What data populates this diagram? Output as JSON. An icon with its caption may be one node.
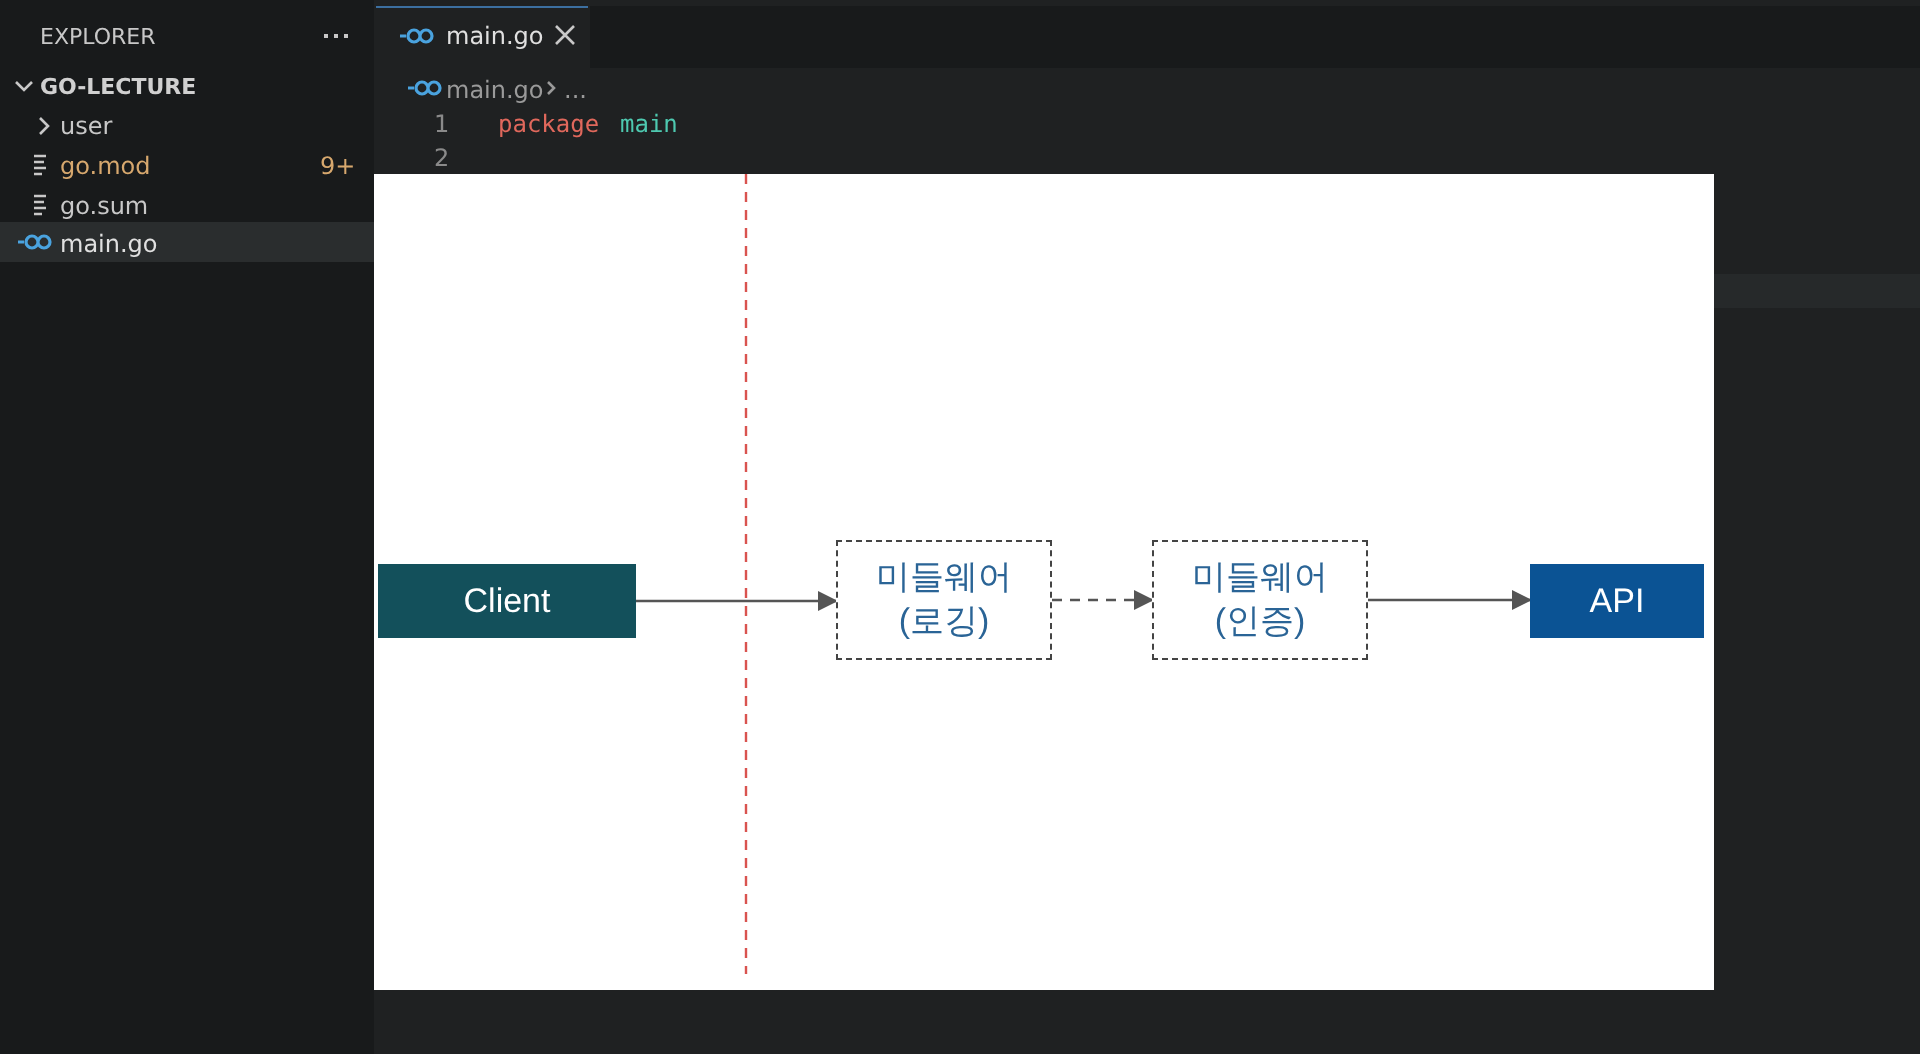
{
  "diagram": {
    "nodes": [
      {
        "text": [
          "Client"
        ]
      },
      {
        "text": [
          "미들웨어 (로깅)"
        ]
      },
      {
        "text": [
          "미들웨어 (인증)"
        ]
      },
      {
        "text": [
          "API"
        ]
      }
    ],
    "edges": [
      {
        "from": 0,
        "to": 1,
        "arrow": "to"
      },
      {
        "from": 1,
        "to": 2,
        "arrow": "to",
        "style": "dashed"
      },
      {
        "from": 2,
        "to": 3,
        "arrow": "to"
      }
    ],
    "labels": [
      "EXPLORER",
      "GO-LECTURE",
      "user",
      "go.mod",
      "9+",
      "go.sum",
      "main.go",
      "main.go",
      "main.go",
      "...",
      "1",
      "package",
      "main",
      "2"
    ]
  }
}
